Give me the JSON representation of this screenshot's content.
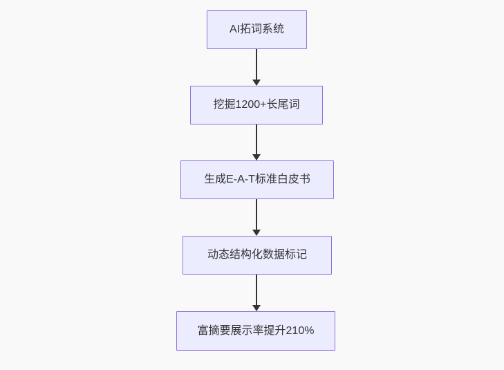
{
  "diagram": {
    "type": "flowchart",
    "direction": "top-down",
    "nodes": [
      {
        "id": "n1",
        "label": "AI拓词系统"
      },
      {
        "id": "n2",
        "label": "挖掘1200+长尾词"
      },
      {
        "id": "n3",
        "label": "生成E-A-T标准白皮书"
      },
      {
        "id": "n4",
        "label": "动态结构化数据标记"
      },
      {
        "id": "n5",
        "label": "富摘要展示率提升210%"
      }
    ],
    "edges": [
      {
        "from": "n1",
        "to": "n2",
        "arrow": "down"
      },
      {
        "from": "n2",
        "to": "n3",
        "arrow": "down"
      },
      {
        "from": "n3",
        "to": "n4",
        "arrow": "down"
      },
      {
        "from": "n4",
        "to": "n5",
        "arrow": "down"
      }
    ],
    "colors": {
      "node_fill": "#ececff",
      "node_border": "#9370db",
      "node_text": "#333333",
      "arrow": "#333333",
      "background": "#f9f9f9"
    }
  }
}
